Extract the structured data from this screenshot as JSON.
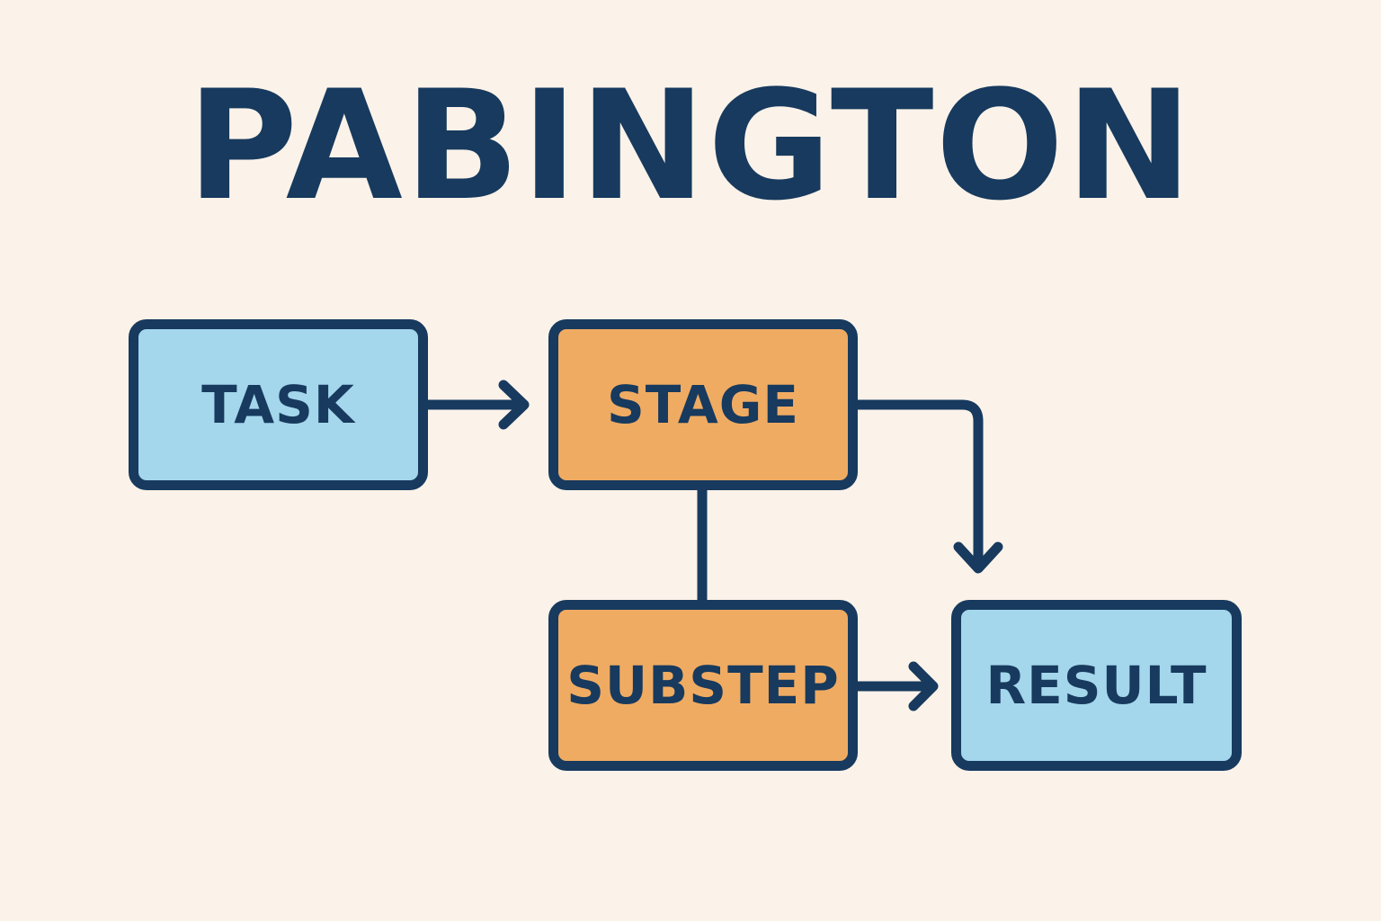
{
  "title": "PABINGTON",
  "nodes": {
    "task": "TASK",
    "stage": "STAGE",
    "substep": "SUBSTEP",
    "result": "RESULT"
  },
  "colors": {
    "background": "#fbf2e9",
    "ink": "#173a5e",
    "blue_fill": "#a4d6ec",
    "orange_fill": "#f0ab62"
  },
  "edges": [
    {
      "from": "TASK",
      "to": "STAGE",
      "directed": true
    },
    {
      "from": "STAGE",
      "to": "RESULT",
      "directed": true
    },
    {
      "from": "STAGE",
      "to": "SUBSTEP",
      "directed": false
    },
    {
      "from": "SUBSTEP",
      "to": "RESULT",
      "directed": true
    }
  ]
}
